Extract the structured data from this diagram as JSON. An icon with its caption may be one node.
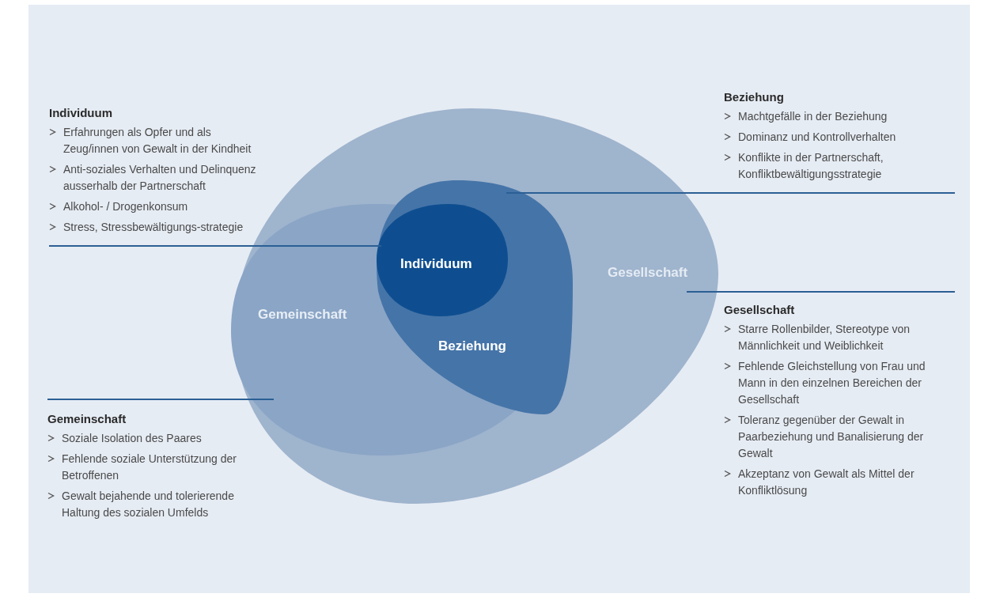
{
  "diagram": {
    "nodes": [
      {
        "text": [
          "Individuum",
          "Erfahrungen als Opfer und als Zeug/innen von Gewalt in der Kindheit",
          "Anti-soziales Verhalten und Delinquenz ausserhalb der Partnerschaft",
          "Alkohol- / Drogenkonsum",
          "Stress, Stressbewältigungs-strategie"
        ]
      },
      {
        "text": [
          "Beziehung",
          "Machtgefälle in der Beziehung",
          "Dominanz und Kontrollverhalten",
          "Konflikte in der Partnerschaft, Konfliktbewältigungsstrategie"
        ]
      },
      {
        "text": [
          "Gesellschaft"
        ]
      },
      {
        "text": [
          "Gemeinschaft"
        ],
        "in": 2
      },
      {
        "text": [
          "Beziehung"
        ],
        "in": 2
      },
      {
        "text": [
          "Individuum"
        ],
        "in": 4
      },
      {
        "text": [
          "Gesellschaft",
          "Starre Rollenbilder, Stereotype von Männlichkeit und Weiblichkeit",
          "Fehlende Gleichstellung von Frau und Mann in den einzelnen Bereichen der Gesellschaft",
          "Toleranz gegenüber der Gewalt in Paarbeziehung und Banalisierung der Gewalt",
          "Akzeptanz von Gewalt als Mittel der Konfliktlösung"
        ]
      },
      {
        "text": [
          "Gemeinschaft",
          "Soziale Isolation des Paares",
          "Fehlende soziale Unterstützung der Betroffenen",
          "Gewalt bejahende und tolerierende Haltung des sozialen Umfelds"
        ]
      }
    ],
    "edges": [
      {
        "from": 0,
        "to": 5,
        "arrow": "none"
      },
      {
        "from": 1,
        "to": 4,
        "arrow": "none"
      },
      {
        "from": 6,
        "to": 2,
        "arrow": "none"
      },
      {
        "from": 7,
        "to": 3,
        "arrow": "none"
      }
    ]
  }
}
